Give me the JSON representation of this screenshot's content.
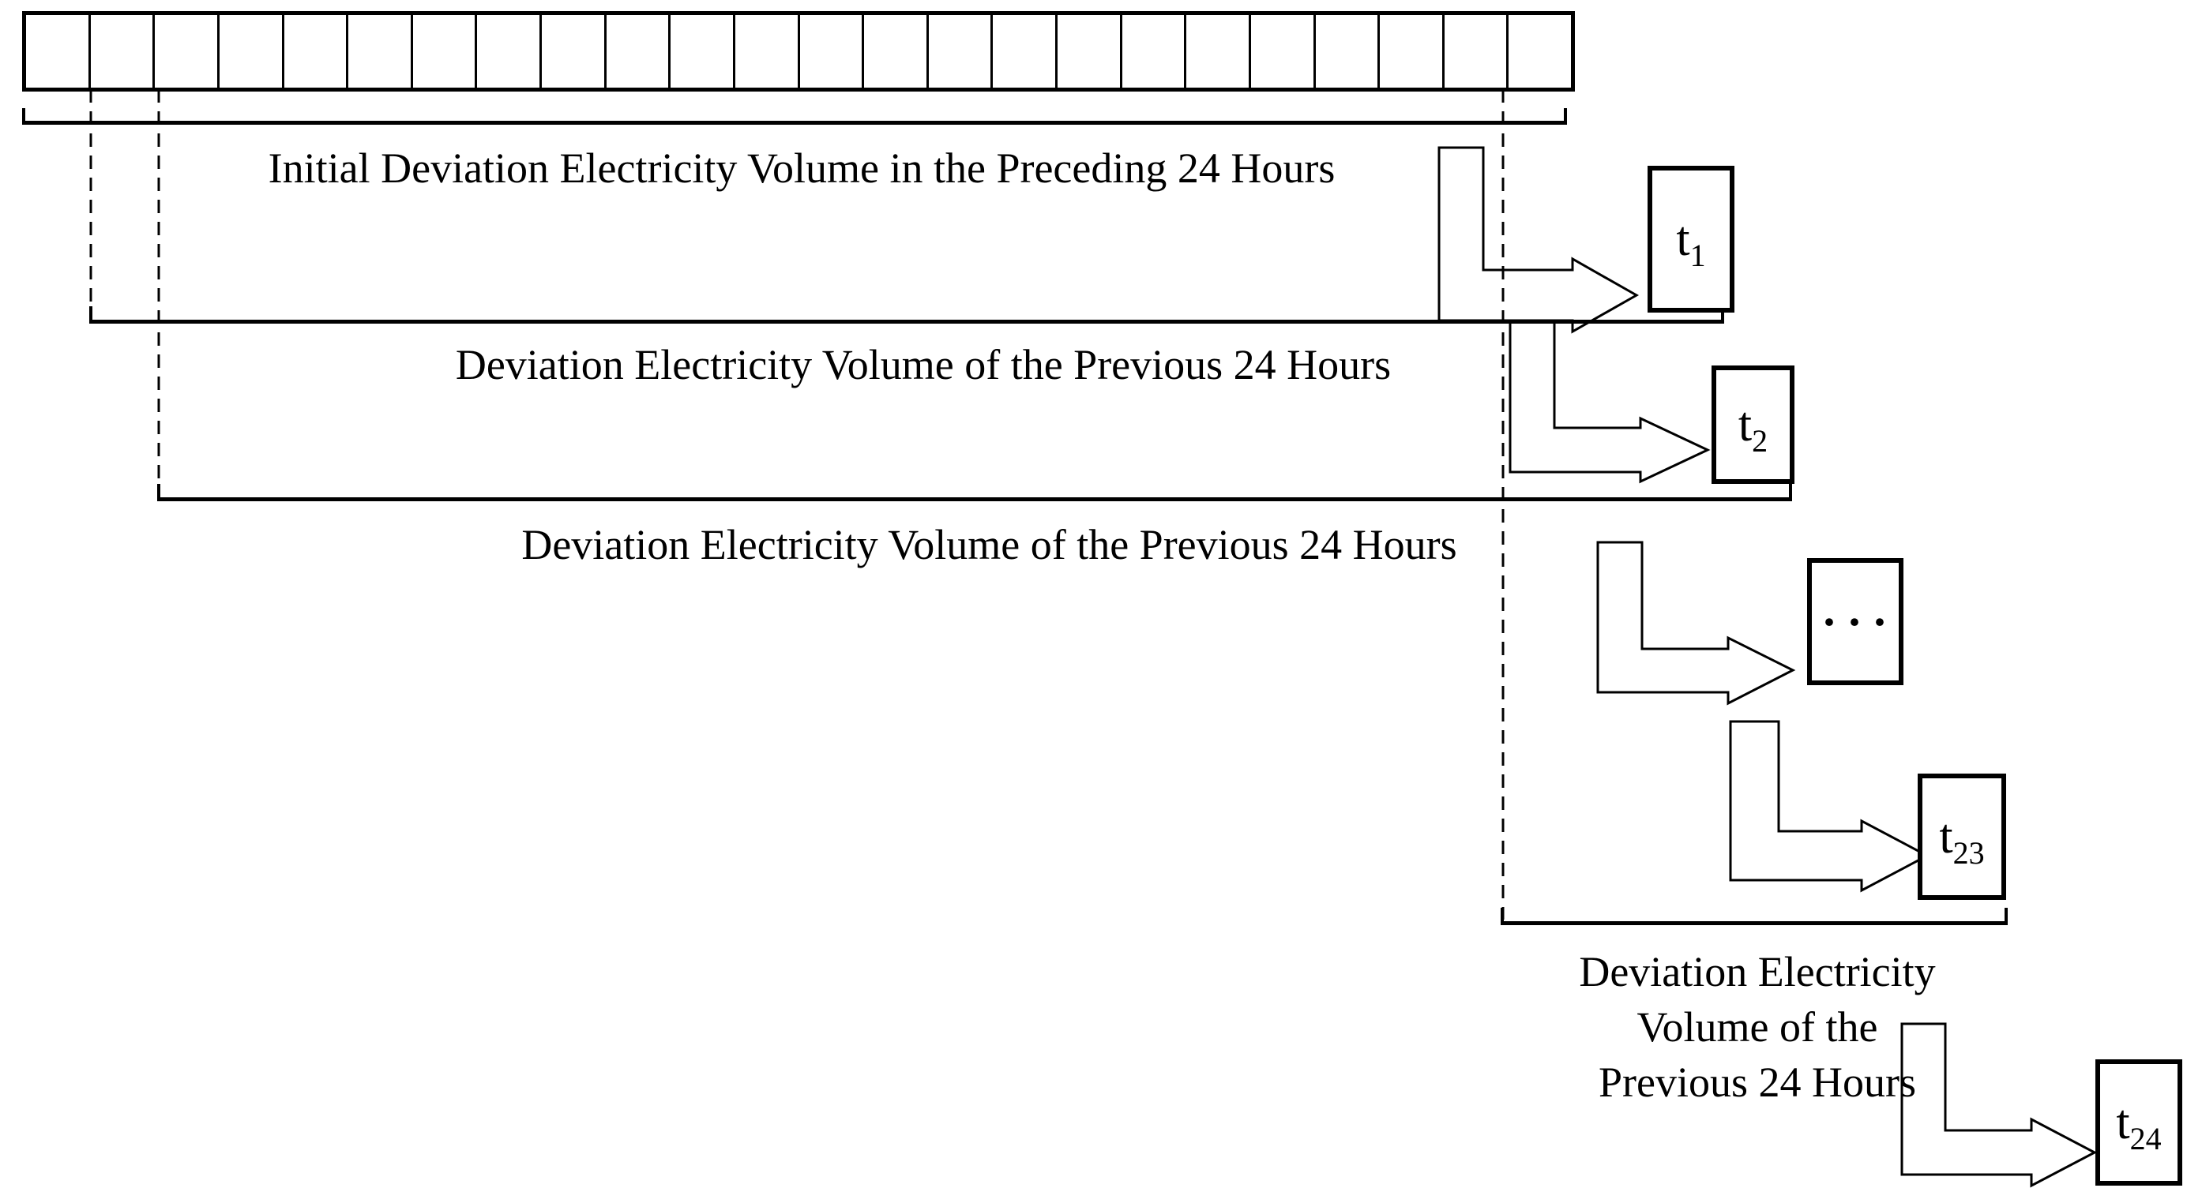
{
  "colors": {
    "ink": "#000000",
    "background": "#ffffff"
  },
  "timeline": {
    "cell_count": 24
  },
  "labels": {
    "window1": "Initial Deviation Electricity Volume in the Preceding 24 Hours",
    "window2": "Deviation Electricity Volume of the Previous 24 Hours",
    "window3": "Deviation Electricity Volume of the Previous 24 Hours",
    "window4_line1": "Deviation Electricity",
    "window4_line2": "Volume of the",
    "window4_line3": "Previous 24 Hours"
  },
  "boxes": {
    "t1": {
      "base": "t",
      "sub": "1"
    },
    "t2": {
      "base": "t",
      "sub": "2"
    },
    "ellipsis": {
      "label": "···"
    },
    "t23": {
      "base": "t",
      "sub": "23"
    },
    "t24": {
      "base": "t",
      "sub": "24"
    }
  }
}
